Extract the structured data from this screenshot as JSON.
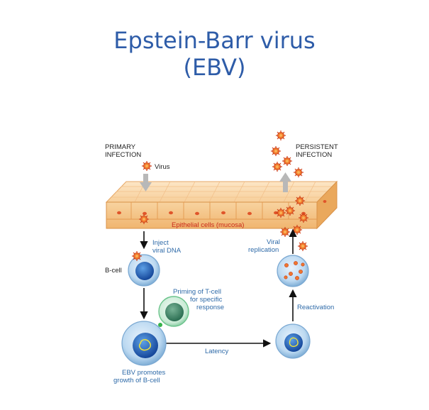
{
  "title": {
    "line1": "Epstein-Barr virus",
    "line2": "(EBV)"
  },
  "labels": {
    "primary_infection_1": "PRIMARY",
    "primary_infection_2": "INFECTION",
    "persistent_infection_1": "PERSISTENT",
    "persistent_infection_2": "INFECTION",
    "virus": "Virus",
    "epithelial": "Epithelial cells (mucosa)",
    "inject_1": "Inject",
    "inject_2": "viral DNA",
    "b_cell": "B-cell",
    "priming_1": "Priming of T-cell",
    "priming_2": "for specific",
    "priming_3": "response",
    "ebv_promotes_1": "EBV promotes",
    "ebv_promotes_2": "growth of B-cell",
    "latency": "Latency",
    "reactivation": "Reactivation",
    "viral_replication_1": "Viral",
    "viral_replication_2": "replication"
  },
  "colors": {
    "title": "#2e5ca8",
    "label_blue": "#2e6aa8",
    "label_red": "#c8281a",
    "epithelium": "#f7c98c",
    "virus": "#e8501c",
    "t_cell": "#3f8a6a",
    "b_cell_nucleus": "#1f5fb8"
  }
}
